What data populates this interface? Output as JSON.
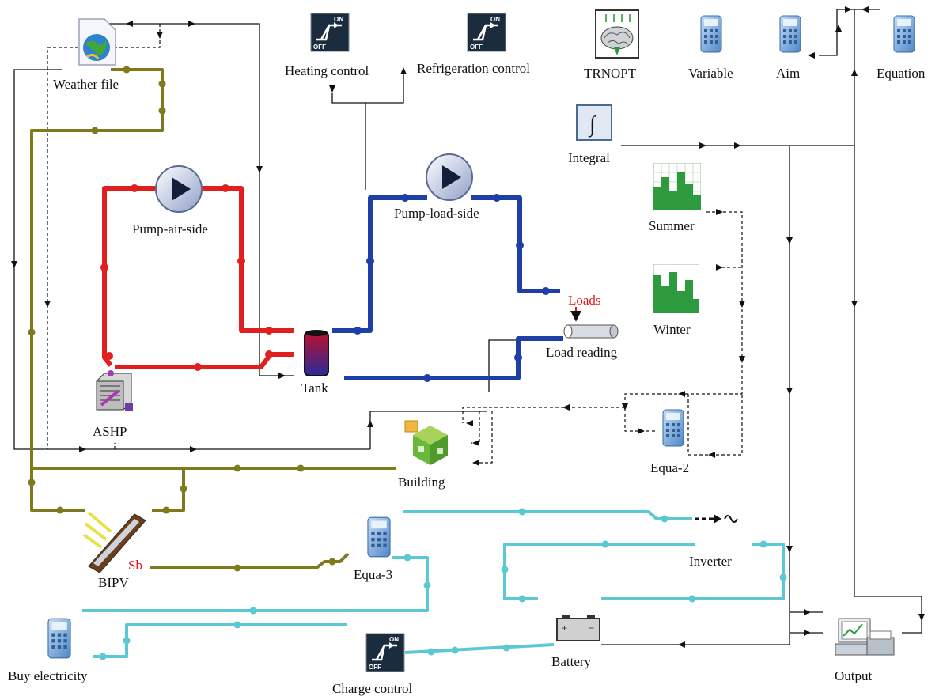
{
  "labels": {
    "weather": "Weather file",
    "heating": "Heating control",
    "refrigeration": "Refrigeration control",
    "trnopt": "TRNOPT",
    "variable": "Variable",
    "aim": "Aim",
    "equation": "Equation",
    "integral": "Integral",
    "pump_air": "Pump-air-side",
    "pump_load": "Pump-load-side",
    "summer": "Summer",
    "winter": "Winter",
    "loads": "Loads",
    "load_reading": "Load reading",
    "tank": "Tank",
    "ashp": "ASHP",
    "building": "Building",
    "equa2": "Equa-2",
    "bipv": "BIPV",
    "sb": "Sb",
    "equa3": "Equa-3",
    "inverter": "Inverter",
    "buy": "Buy electricity",
    "charge": "Charge control",
    "battery": "Battery",
    "output": "Output",
    "control_on": "ON",
    "control_off": "OFF"
  },
  "colors": {
    "hot_loop": "#e02020",
    "cold_loop": "#1f3fa8",
    "solar_link": "#7f7a1c",
    "electric_link": "#5cc8d4",
    "signal": "#111111",
    "tag": "#e01818"
  },
  "icons": {
    "weather": "weather-globe-icon",
    "control": "on-off-controller-icon",
    "trnopt": "brain-optimizer-icon",
    "calculator": "calculator-icon",
    "integral": "integral-icon",
    "pump": "pump-icon",
    "profile": "bar-schedule-icon",
    "tank": "storage-tank-icon",
    "ashp": "heat-pump-icon",
    "building": "building-icon",
    "pv": "pv-panel-icon",
    "battery": "battery-icon",
    "output": "plotter-output-icon",
    "load_reading": "cylinder-reader-icon",
    "grid": "ac-grid-icon"
  }
}
